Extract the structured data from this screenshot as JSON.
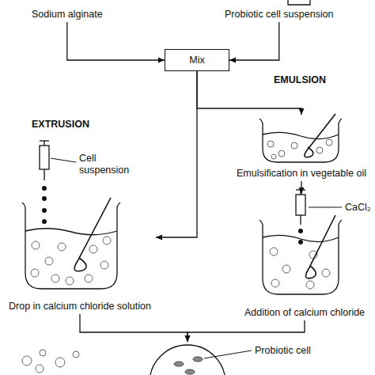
{
  "diagram": {
    "nodes": [
      {
        "text": [
          "Sodium alginate"
        ]
      },
      {
        "text": [
          "Probiotic cell suspension"
        ]
      },
      {
        "text": [
          "Mix"
        ]
      },
      {
        "text": [
          "Drop in calcium chloride solution"
        ]
      },
      {
        "text": [
          "Emulsification in vegetable oil"
        ]
      },
      {
        "text": [
          "Addition of calcium chloride"
        ]
      },
      {
        "text": [
          "Probiotic cell"
        ]
      }
    ],
    "edges": [
      {
        "from": 0,
        "to": 2,
        "arrow": "to"
      },
      {
        "from": 1,
        "to": 2,
        "arrow": "to"
      },
      {
        "from": 2,
        "to": 3,
        "arrow": "to"
      },
      {
        "from": 2,
        "to": 4,
        "arrow": "to"
      },
      {
        "from": 4,
        "to": 5,
        "arrow": "to"
      },
      {
        "from": 3,
        "to": 6,
        "arrow": "to"
      },
      {
        "from": 5,
        "to": 6,
        "arrow": "to"
      }
    ],
    "labels": [
      "EXTRUSION",
      "EMULSION",
      "Cell suspension",
      "CaCl₂"
    ]
  }
}
